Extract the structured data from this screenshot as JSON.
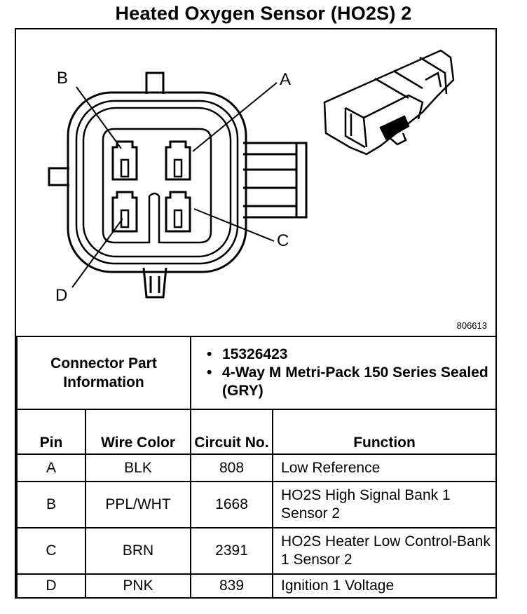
{
  "title": "Heated Oxygen Sensor (HO2S) 2",
  "diagram": {
    "pin_labels": {
      "a": "A",
      "b": "B",
      "c": "C",
      "d": "D"
    },
    "figure_number": "806613"
  },
  "connector_info": {
    "label": "Connector Part Information",
    "parts": [
      "15326423",
      "4-Way M Metri-Pack 150 Series Sealed (GRY)"
    ]
  },
  "table": {
    "headers": {
      "pin": "Pin",
      "wire_color": "Wire Color",
      "circuit": "Circuit No.",
      "function": "Function"
    },
    "rows": [
      {
        "pin": "A",
        "wire_color": "BLK",
        "circuit": "808",
        "function": "Low Reference"
      },
      {
        "pin": "B",
        "wire_color": "PPL/WHT",
        "circuit": "1668",
        "function": "HO2S High Signal Bank 1 Sensor 2"
      },
      {
        "pin": "C",
        "wire_color": "BRN",
        "circuit": "2391",
        "function": "HO2S Heater Low Control-Bank 1 Sensor 2"
      },
      {
        "pin": "D",
        "wire_color": "PNK",
        "circuit": "839",
        "function": "Ignition 1 Voltage"
      }
    ]
  }
}
